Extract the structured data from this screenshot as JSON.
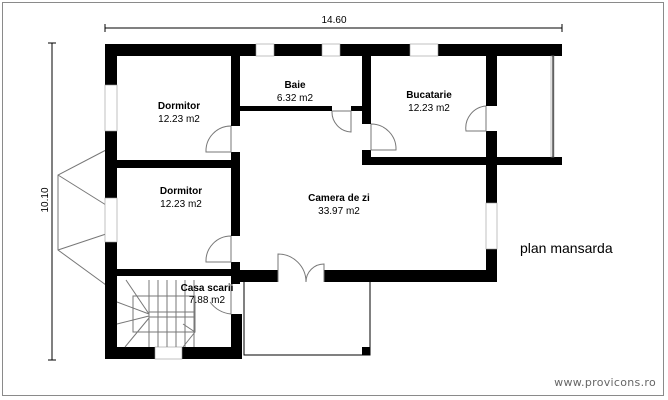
{
  "plan": {
    "title": "plan mansarda",
    "watermark": "www.provicons.ro",
    "dimensions": {
      "width_label": "14.60",
      "height_label": "10.10"
    },
    "rooms": [
      {
        "name": "Dormitor",
        "area": "12.23 m2"
      },
      {
        "name": "Baie",
        "area": "6.32 m2"
      },
      {
        "name": "Bucatarie",
        "area": "12.23 m2"
      },
      {
        "name": "Dormitor",
        "area": "12.23 m2"
      },
      {
        "name": "Camera de zi",
        "area": "33.97 m2"
      },
      {
        "name": "Casa scarii",
        "area": "7.88 m2"
      }
    ]
  },
  "colors": {
    "wall": "#000000",
    "background": "#ffffff",
    "frame": "#8a8a8a",
    "watermark": "#666666"
  }
}
